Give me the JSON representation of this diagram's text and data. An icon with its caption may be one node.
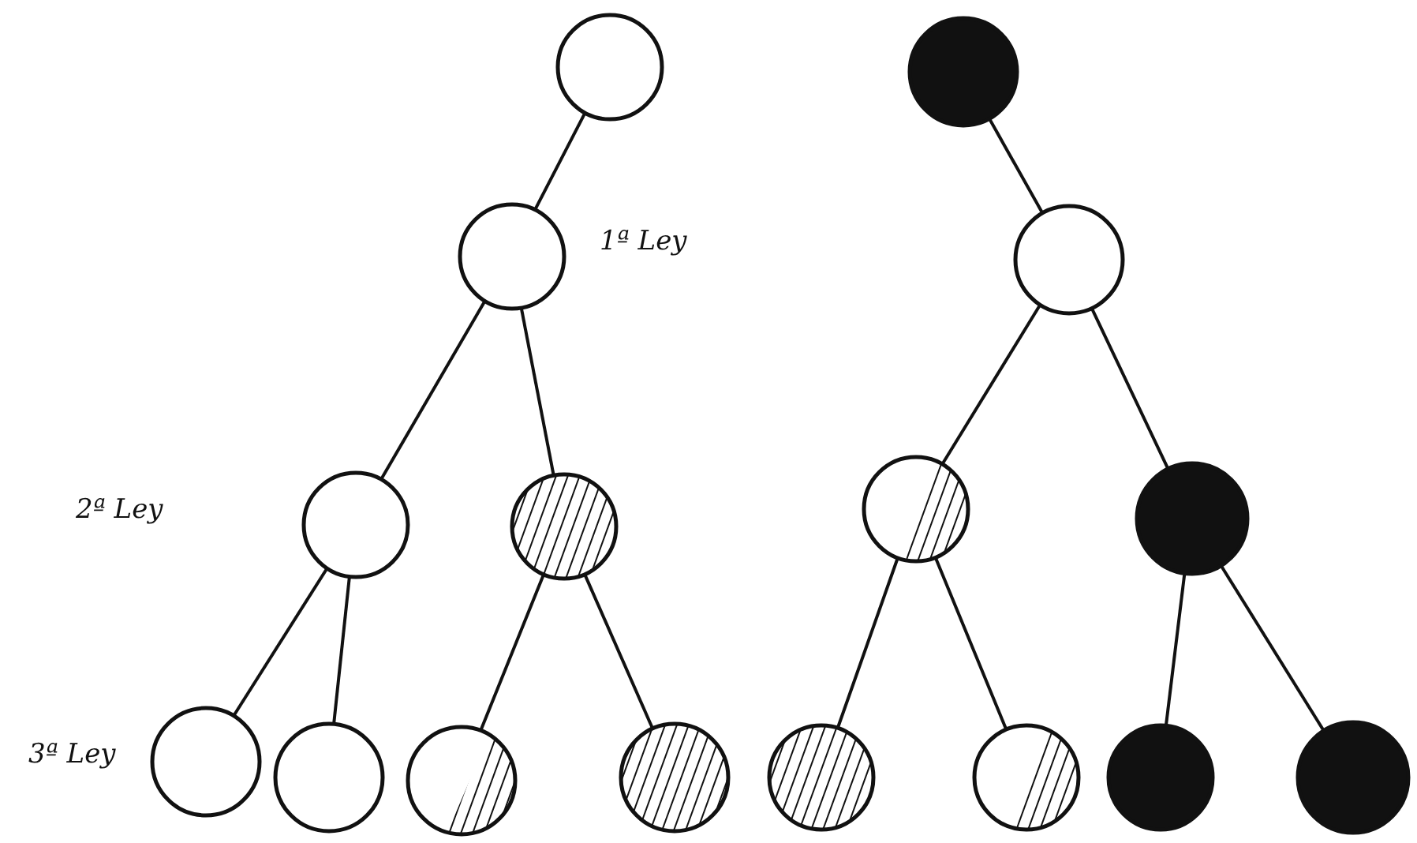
{
  "diagram": {
    "nodes": [
      {
        "text": [],
        "shape": "circle"
      },
      {
        "text": [],
        "shape": "circle"
      },
      {
        "text": [],
        "shape": "circle"
      },
      {
        "text": [],
        "shape": "circle"
      },
      {
        "text": [],
        "shape": "circle"
      },
      {
        "text": [],
        "shape": "circle"
      },
      {
        "text": [],
        "shape": "circle"
      },
      {
        "text": [],
        "shape": "circle"
      },
      {
        "text": [],
        "shape": "circle"
      },
      {
        "text": [],
        "shape": "circle"
      },
      {
        "text": [],
        "shape": "circle"
      },
      {
        "text": [],
        "shape": "circle"
      },
      {
        "text": [],
        "shape": "circle"
      },
      {
        "text": [],
        "shape": "circle"
      },
      {
        "text": [],
        "shape": "circle"
      },
      {
        "text": [],
        "shape": "circle"
      }
    ],
    "edges": [
      {
        "from": 0,
        "to": 2,
        "arrow": "none"
      },
      {
        "from": 2,
        "to": 4,
        "arrow": "none"
      },
      {
        "from": 2,
        "to": 5,
        "arrow": "none"
      },
      {
        "from": 4,
        "to": 8,
        "arrow": "none"
      },
      {
        "from": 4,
        "to": 9,
        "arrow": "none"
      },
      {
        "from": 5,
        "to": 10,
        "arrow": "none"
      },
      {
        "from": 5,
        "to": 11,
        "arrow": "none"
      },
      {
        "from": 1,
        "to": 3,
        "arrow": "none"
      },
      {
        "from": 3,
        "to": 6,
        "arrow": "none"
      },
      {
        "from": 3,
        "to": 7,
        "arrow": "none"
      },
      {
        "from": 6,
        "to": 12,
        "arrow": "none"
      },
      {
        "from": 6,
        "to": 13,
        "arrow": "none"
      },
      {
        "from": 7,
        "to": 14,
        "arrow": "none"
      },
      {
        "from": 7,
        "to": 15,
        "arrow": "none"
      }
    ],
    "labels": [
      "1ª Ley",
      "2ª Ley",
      "3ª Ley"
    ]
  }
}
